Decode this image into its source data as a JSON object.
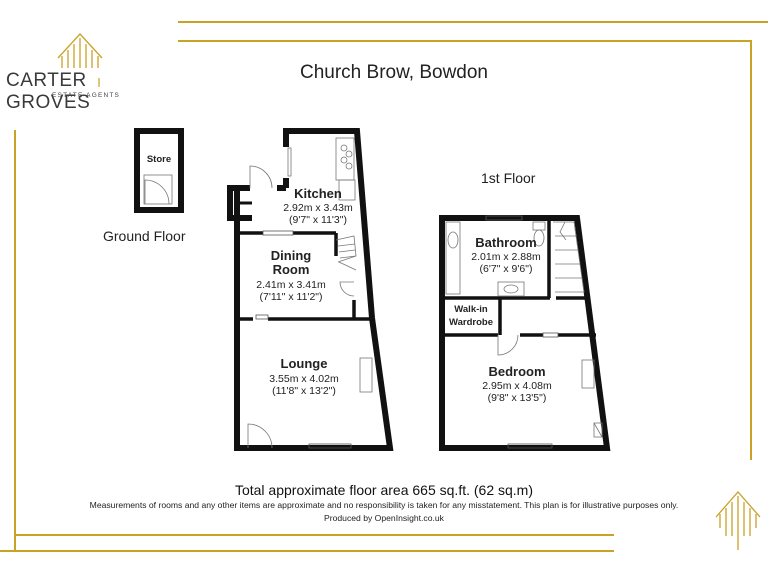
{
  "brand": {
    "name": "CARTER GROVES",
    "tagline": "ESTATE AGENTS",
    "accent_color": "#c9a227"
  },
  "title": "Church Brow, Bowdon",
  "floors": {
    "ground": "Ground Floor",
    "first": "1st Floor"
  },
  "rooms": {
    "store": {
      "name": "Store"
    },
    "kitchen": {
      "name": "Kitchen",
      "metric": "2.92m x 3.43m",
      "imperial": "(9'7\" x 11'3\")"
    },
    "dining": {
      "name_line1": "Dining",
      "name_line2": "Room",
      "metric": "2.41m x 3.41m",
      "imperial": "(7'11\" x 11'2\")"
    },
    "lounge": {
      "name": "Lounge",
      "metric": "3.55m x 4.02m",
      "imperial": "(11'8\" x 13'2\")"
    },
    "bathroom": {
      "name": "Bathroom",
      "metric": "2.01m x 2.88m",
      "imperial": "(6'7\" x 9'6\")"
    },
    "wardrobe": {
      "name_line1": "Walk-in",
      "name_line2": "Wardrobe"
    },
    "bedroom": {
      "name": "Bedroom",
      "metric": "2.95m x 4.08m",
      "imperial": "(9'8\" x 13'5\")"
    }
  },
  "footer": {
    "total": "Total approximate floor area 665 sq.ft. (62 sq.m)",
    "disclaimer": "Measurements of rooms and any other items are approximate and no responsibility is taken for any misstatement. This plan is for illustrative purposes only.",
    "produced": "Produced by OpenInsight.co.uk"
  }
}
